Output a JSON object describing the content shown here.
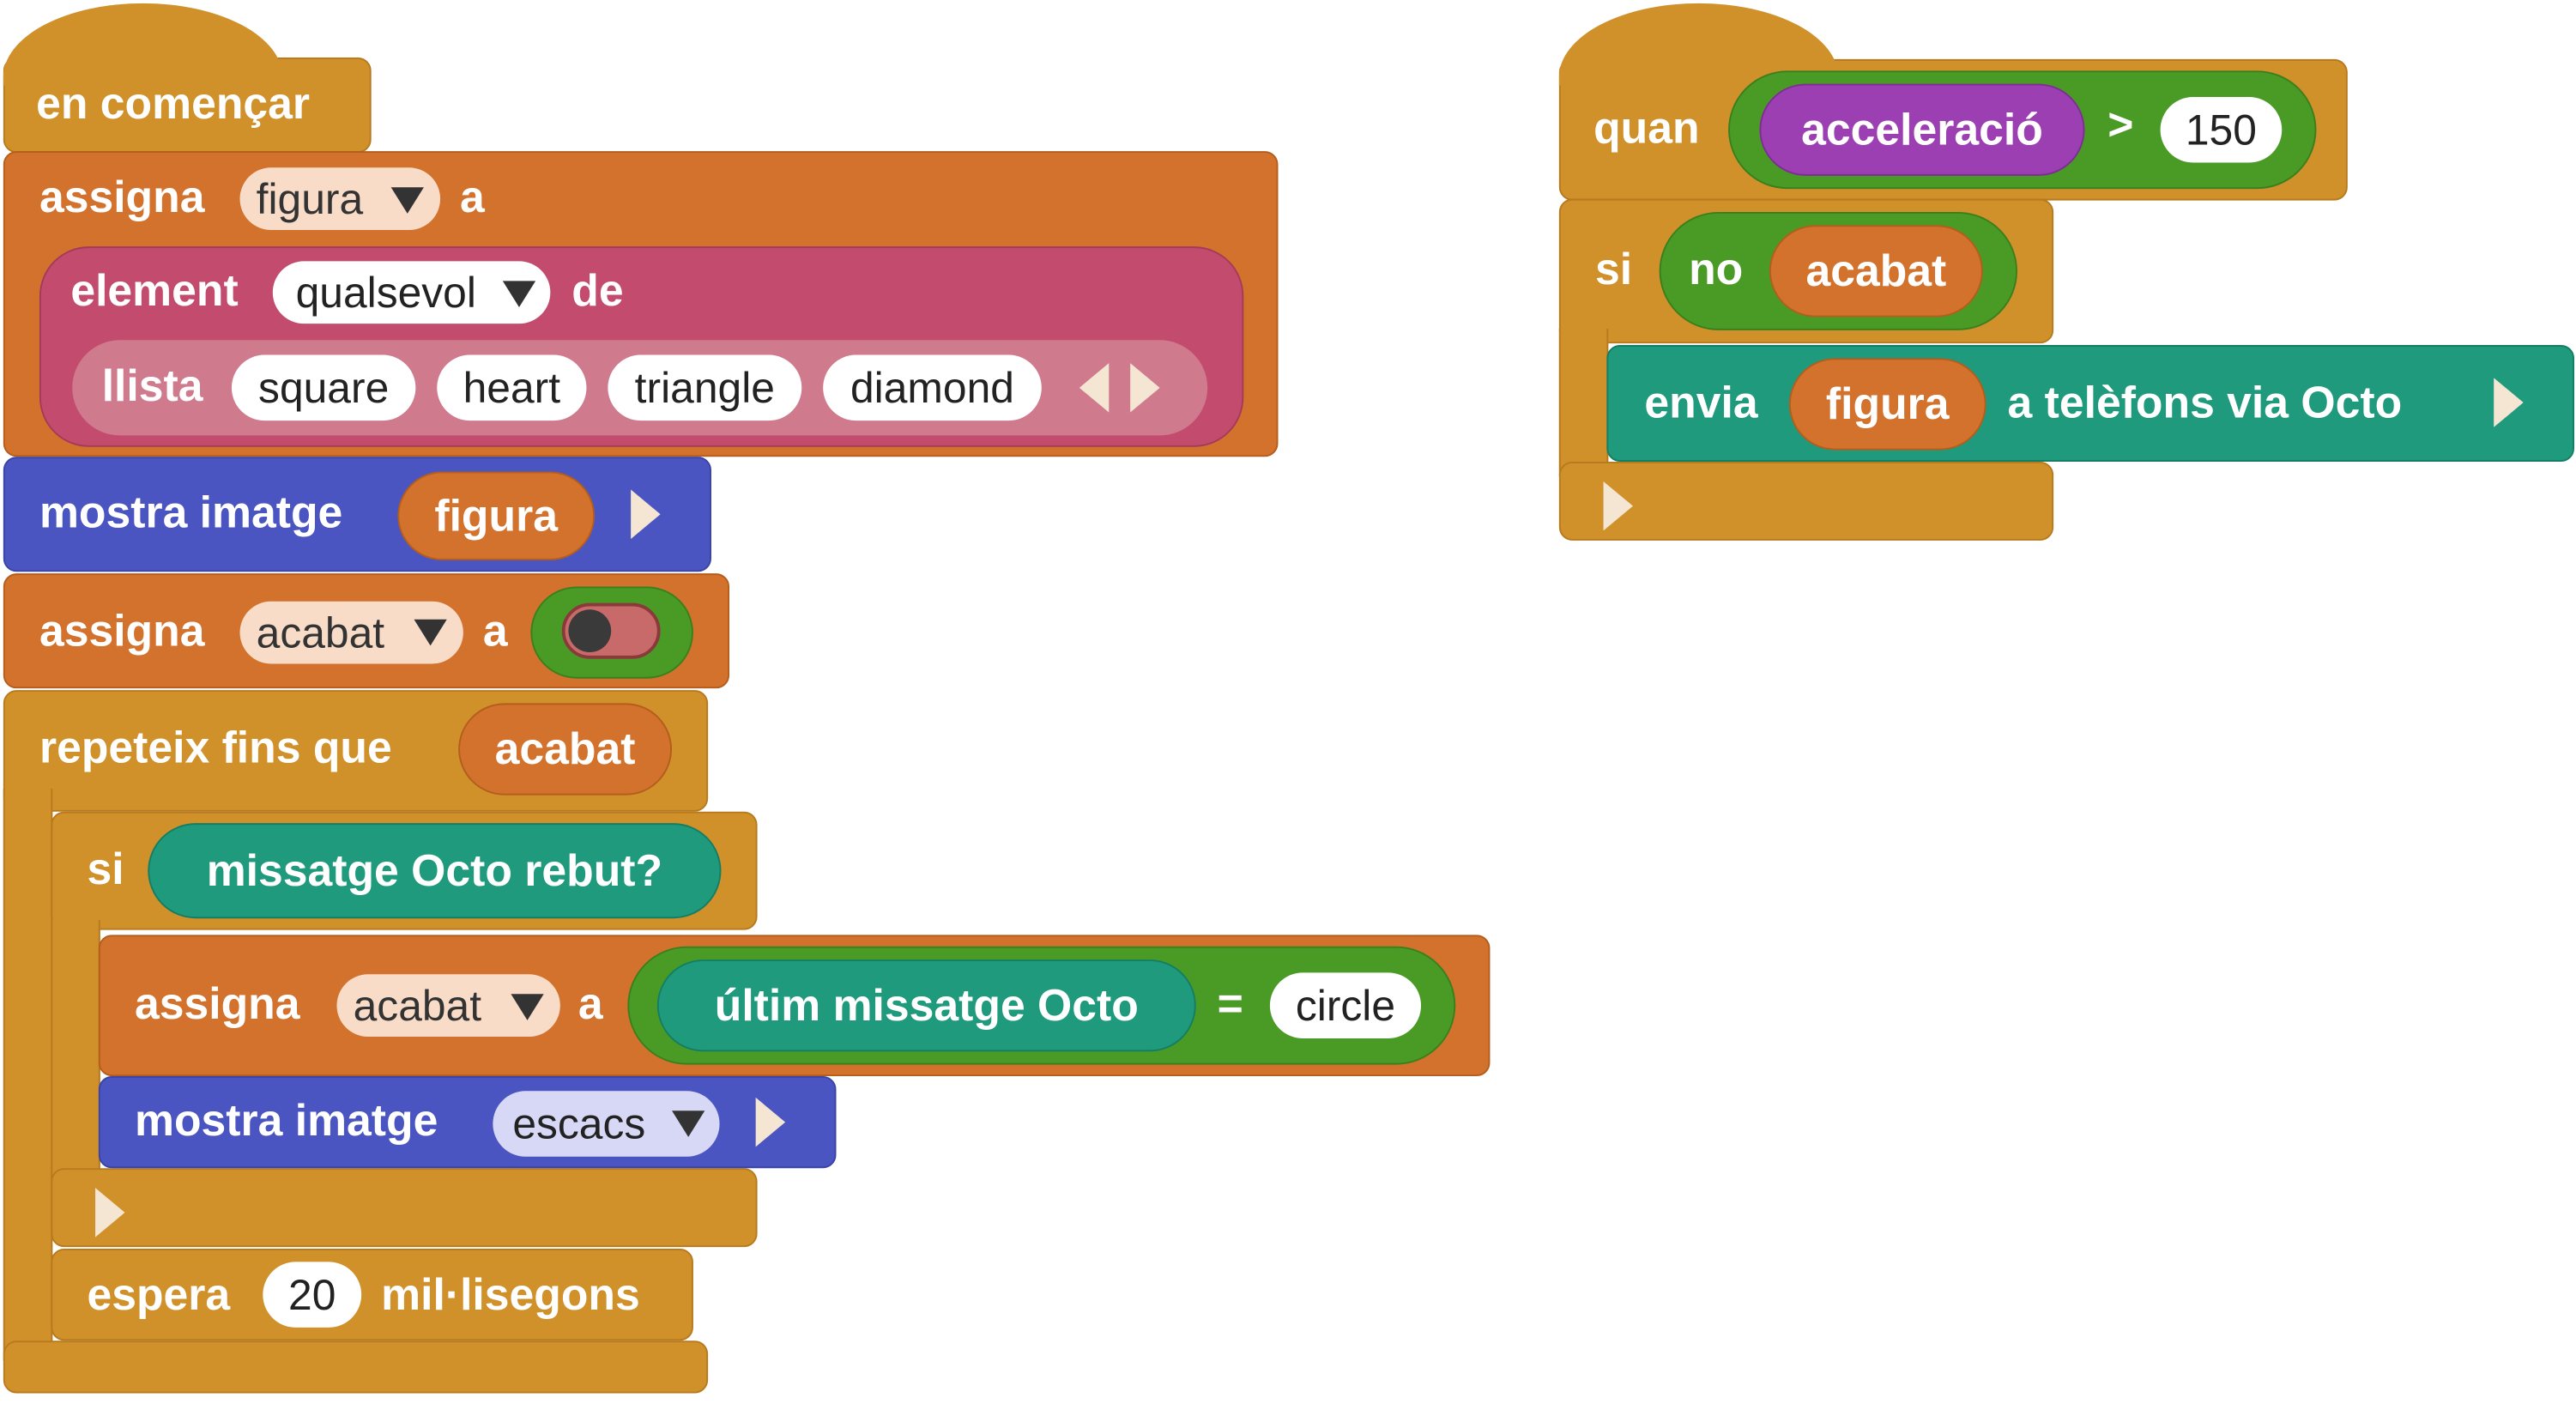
{
  "colors": {
    "event": "#d0902a",
    "variables": "#d2722c",
    "lists": "#c34c6e",
    "display": "#4a55c1",
    "logic": "#4a9a26",
    "communication": "#1f9a7c",
    "sensors": "#9c3fb2"
  },
  "script1": {
    "hat_label": "en començar",
    "assign1": {
      "label": "assigna",
      "var": "figura",
      "to": "a"
    },
    "element": {
      "label": "element",
      "mode": "qualsevol",
      "of": "de"
    },
    "list": {
      "label": "llista",
      "items": [
        "square",
        "heart",
        "triangle",
        "diamond"
      ]
    },
    "show1": {
      "label": "mostra imatge",
      "value": "figura"
    },
    "assign2": {
      "label": "assigna",
      "var": "acabat",
      "to": "a",
      "toggle_value": false
    },
    "repeat": {
      "label": "repeteix fins que",
      "cond": "acabat"
    },
    "if1": {
      "label": "si",
      "cond": "missatge Octo rebut?"
    },
    "assign3": {
      "label": "assigna",
      "var": "acabat",
      "to": "a",
      "left": "últim missatge Octo",
      "op": "=",
      "right": "circle"
    },
    "show2": {
      "label": "mostra imatge",
      "value": "escacs"
    },
    "wait": {
      "label": "espera",
      "value": "20",
      "unit": "mil·lisegons"
    }
  },
  "script2": {
    "hat_label": "quan",
    "sensor": "acceleració",
    "op": ">",
    "threshold": "150",
    "if_label": "si",
    "not_label": "no",
    "not_var": "acabat",
    "send": {
      "label": "envia",
      "value": "figura",
      "suffix": "a telèfons via Octo"
    }
  },
  "icons": [
    "dropdown-arrow-icon",
    "expand-arrow-icon",
    "collapse-arrow-icon",
    "toggle-switch-icon"
  ]
}
